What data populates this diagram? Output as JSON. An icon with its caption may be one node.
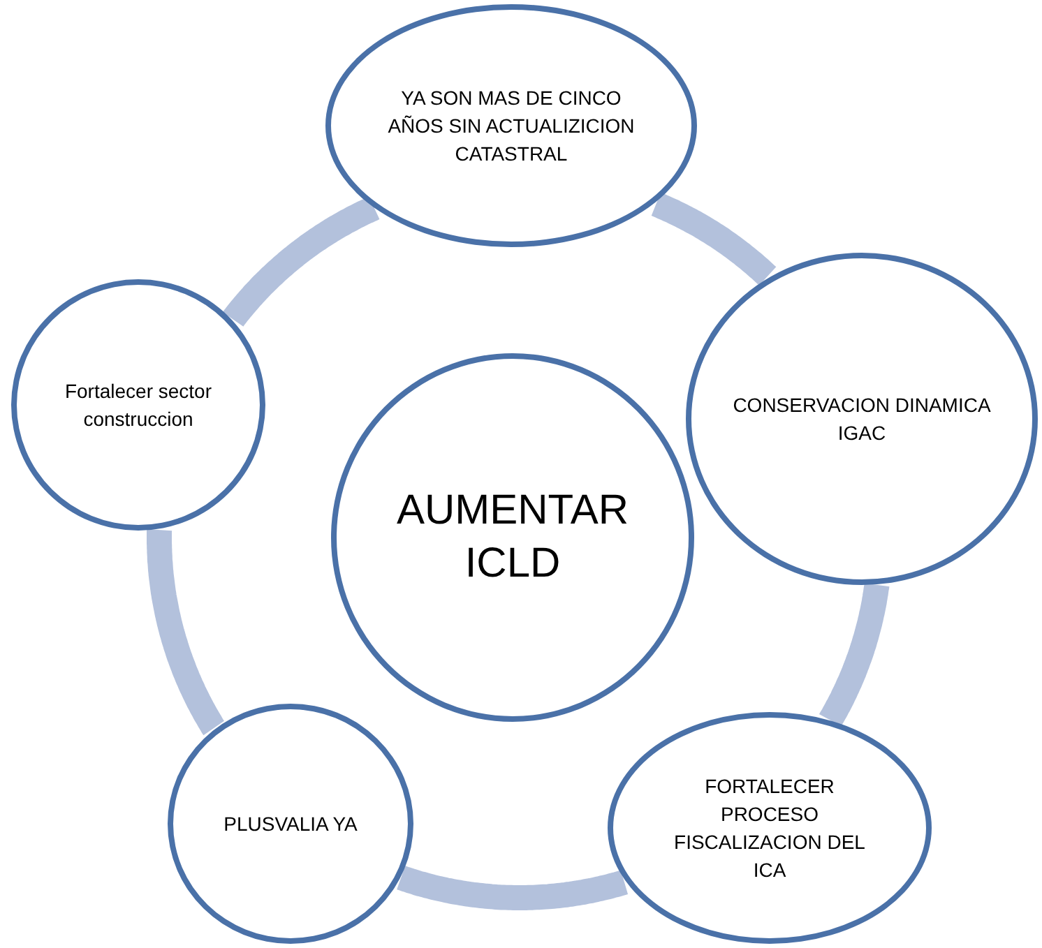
{
  "diagram": {
    "nodes": [
      {
        "text": [
          "YA SON MAS DE CINCO AÑOS SIN ACTUALIZICION CATASTRAL"
        ]
      },
      {
        "text": [
          "CONSERVACION DINAMICA IGAC"
        ]
      },
      {
        "text": [
          "FORTALECER PROCESO FISCALIZACION DEL ICA"
        ]
      },
      {
        "text": [
          "PLUSVALIA YA"
        ]
      },
      {
        "text": [
          "Fortalecer sector construccion"
        ]
      },
      {
        "text": [
          "AUMENTAR ICLD"
        ]
      }
    ],
    "edges": [
      {
        "from": 0,
        "to": 1,
        "arrow": "none"
      },
      {
        "from": 1,
        "to": 2,
        "arrow": "none"
      },
      {
        "from": 2,
        "to": 3,
        "arrow": "none"
      },
      {
        "from": 3,
        "to": 4,
        "arrow": "none"
      },
      {
        "from": 4,
        "to": 0,
        "arrow": "none"
      }
    ]
  }
}
